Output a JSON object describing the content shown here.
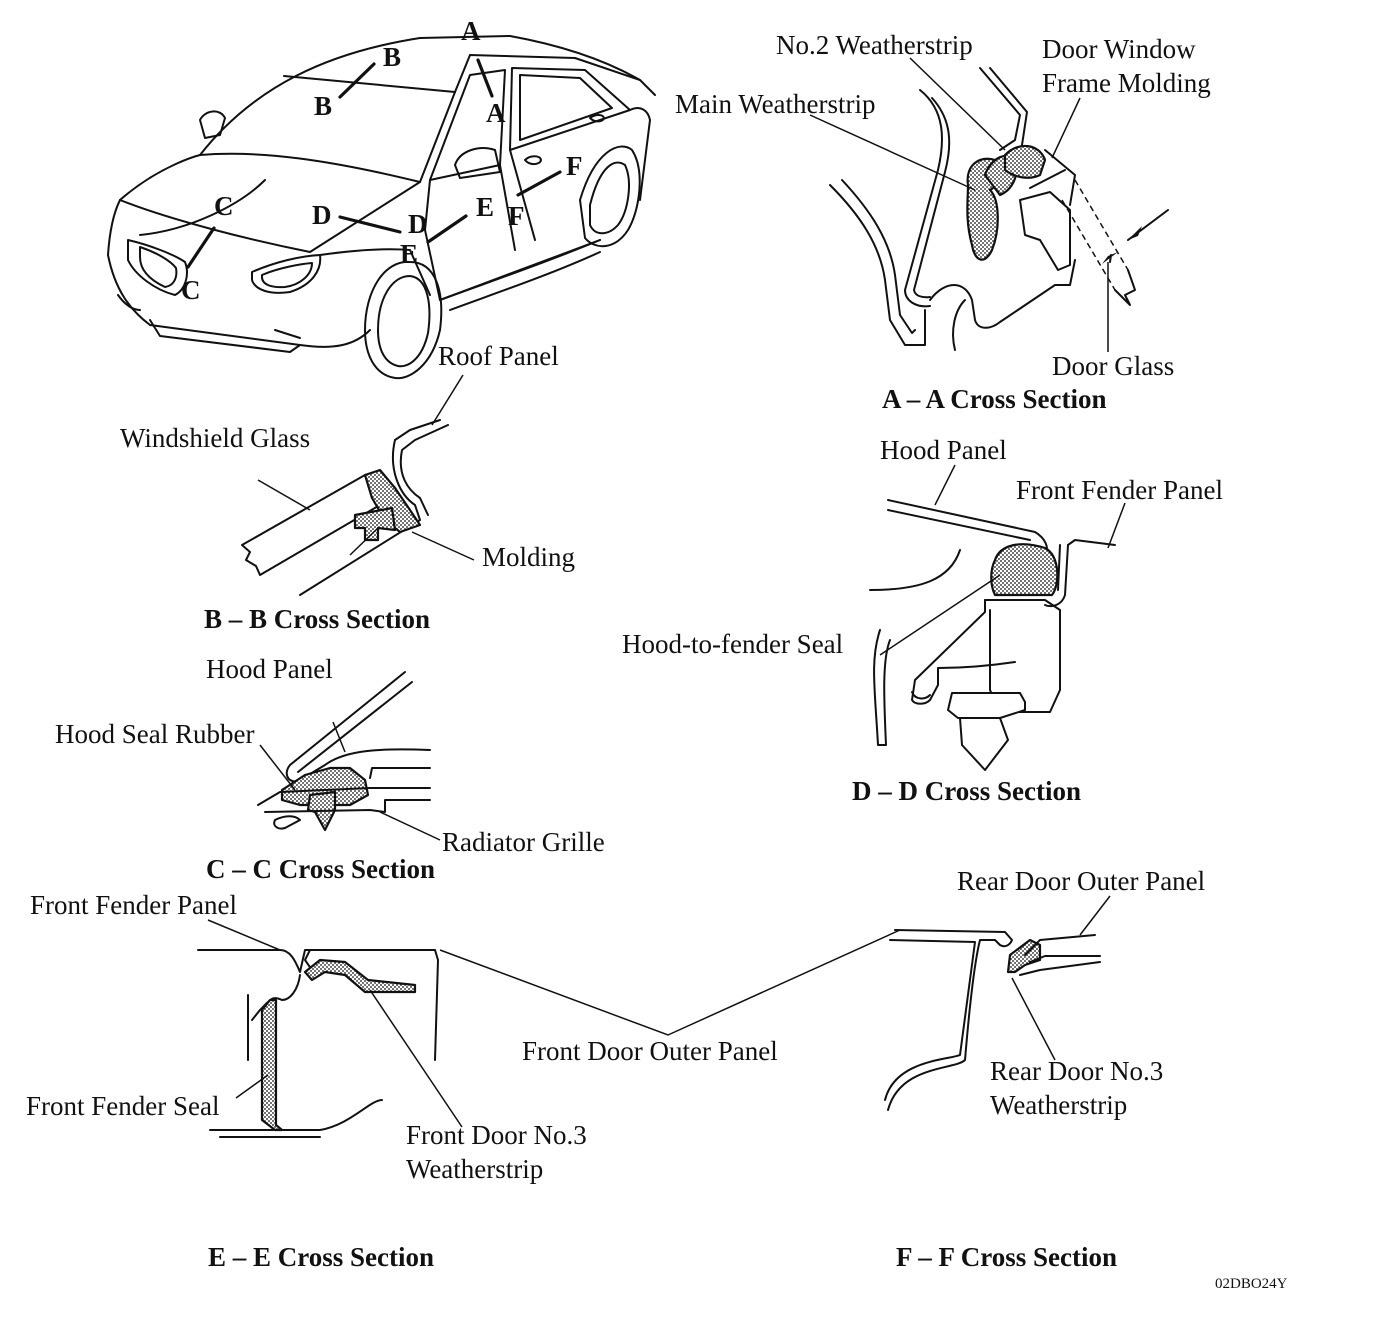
{
  "diagram_code": "02DBO24Y",
  "cut_markers": {
    "a_top": "A",
    "a_bot": "A",
    "b_top": "B",
    "b_bot": "B",
    "c_top": "C",
    "c_bot": "C",
    "d_top": "D",
    "d_bot": "D",
    "e_top": "E",
    "e_bot": "E",
    "f_top": "F",
    "f_bot": "F"
  },
  "sections": {
    "a": {
      "title": "A – A Cross Section",
      "labels": {
        "no2_weatherstrip": "No.2 Weatherstrip",
        "frame_molding_1": "Door Window",
        "frame_molding_2": "Frame Molding",
        "main_weatherstrip": "Main Weatherstrip",
        "door_glass": "Door Glass"
      }
    },
    "b": {
      "title": "B – B Cross Section",
      "labels": {
        "roof_panel": "Roof Panel",
        "windshield_glass": "Windshield Glass",
        "molding": "Molding"
      }
    },
    "c": {
      "title": "C – C Cross Section",
      "labels": {
        "hood_panel": "Hood Panel",
        "hood_seal_rubber": "Hood Seal Rubber",
        "radiator_grille": "Radiator Grille"
      }
    },
    "d": {
      "title": "D – D Cross Section",
      "labels": {
        "hood_panel": "Hood Panel",
        "front_fender_panel": "Front Fender Panel",
        "hood_to_fender_seal": "Hood-to-fender Seal"
      }
    },
    "e": {
      "title": "E – E Cross Section",
      "labels": {
        "front_fender_panel": "Front Fender Panel",
        "front_fender_seal": "Front Fender Seal",
        "front_door_no3_1": "Front Door No.3",
        "front_door_no3_2": "Weatherstrip"
      }
    },
    "f": {
      "title": "F – F Cross Section",
      "labels": {
        "rear_door_outer_panel": "Rear Door Outer Panel",
        "rear_door_no3_1": "Rear Door No.3",
        "rear_door_no3_2": "Weatherstrip"
      }
    },
    "shared": {
      "front_door_outer_panel": "Front Door Outer Panel"
    }
  }
}
